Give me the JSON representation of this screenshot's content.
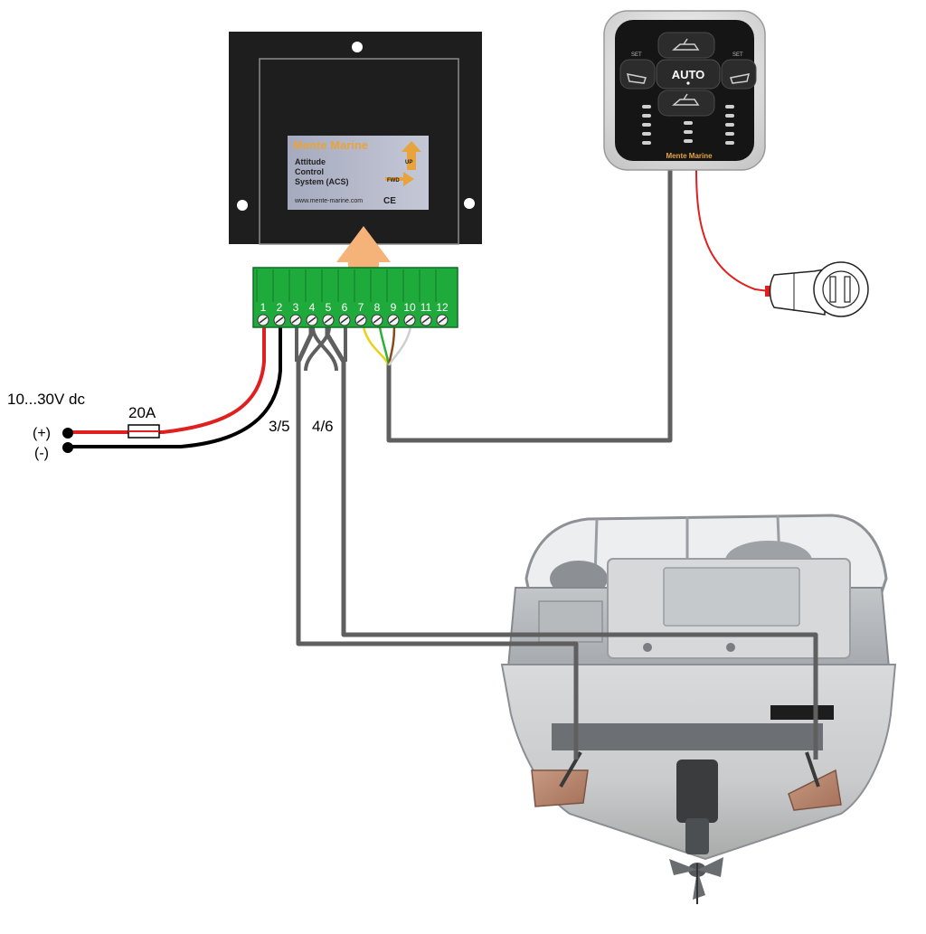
{
  "control_unit": {
    "label": {
      "brand": "Mente Marine",
      "line1": "Attitude",
      "line2": "Control",
      "line3": "System (ACS)",
      "up": "UP",
      "fwd": "FWD",
      "website": "www.mente-marine.com",
      "ce": "CE"
    }
  },
  "terminal_block": {
    "numbers": [
      "1",
      "2",
      "3",
      "4",
      "5",
      "6",
      "7",
      "8",
      "9",
      "10",
      "11",
      "12"
    ]
  },
  "keypad": {
    "auto_label": "AUTO",
    "set_left": "SET",
    "set_right": "SET",
    "brand": "Mente Marine"
  },
  "power": {
    "voltage": "10...30V dc",
    "fuse": "20A",
    "positive": "(+)",
    "negative": "(-)"
  },
  "cables": {
    "label_a": "3/5",
    "label_b": "4/6"
  },
  "colors": {
    "positive_wire": "#e02020",
    "negative_wire": "#000000",
    "signal_cable": "#5f5f5f",
    "terminal_green": "#1faa3c",
    "arrow": "#f5b37a",
    "control_box": "#1e1e1e"
  }
}
